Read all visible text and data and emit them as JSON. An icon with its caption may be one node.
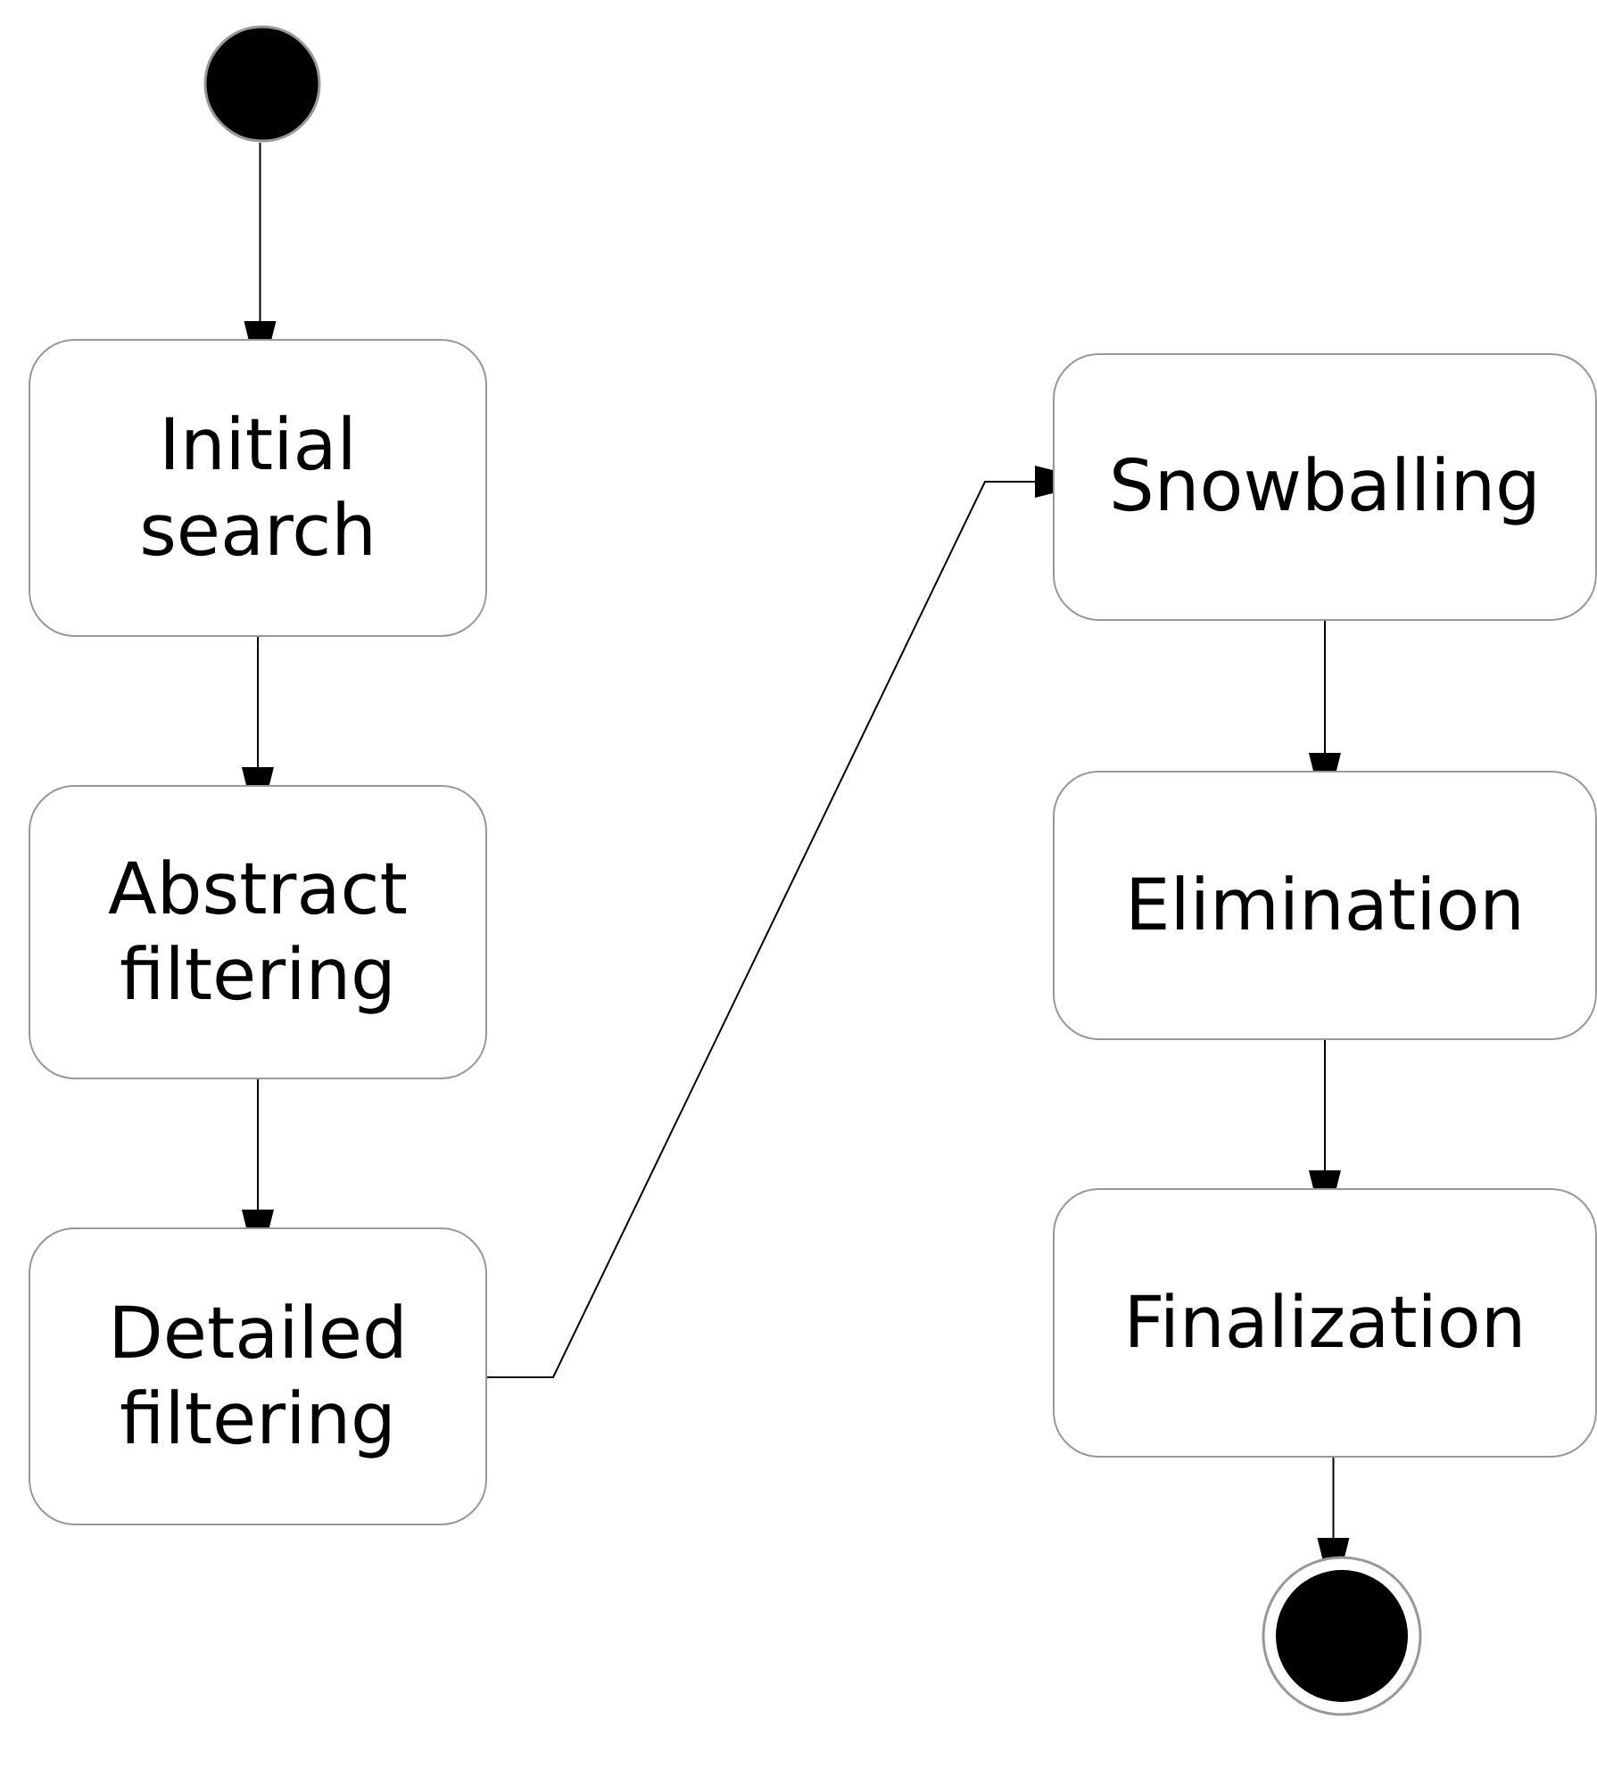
{
  "diagram": {
    "nodes": [
      {
        "text": [],
        "shape": "circle"
      },
      {
        "text": [
          "Initial search"
        ]
      },
      {
        "text": [
          "Abstract filtering"
        ]
      },
      {
        "text": [
          "Detailed filtering"
        ]
      },
      {
        "text": [
          "Snowballing"
        ]
      },
      {
        "text": [
          "Elimination"
        ]
      },
      {
        "text": [
          "Finalization"
        ]
      },
      {
        "text": [],
        "shape": "circle"
      }
    ],
    "edges": [
      {
        "from": 0,
        "to": 1,
        "arrow": "to"
      },
      {
        "from": 1,
        "to": 2,
        "arrow": "to"
      },
      {
        "from": 2,
        "to": 3,
        "arrow": "to"
      },
      {
        "from": 3,
        "to": 4,
        "arrow": "to"
      },
      {
        "from": 4,
        "to": 5,
        "arrow": "to"
      },
      {
        "from": 5,
        "to": 6,
        "arrow": "to"
      },
      {
        "from": 6,
        "to": 7,
        "arrow": "to"
      }
    ]
  }
}
